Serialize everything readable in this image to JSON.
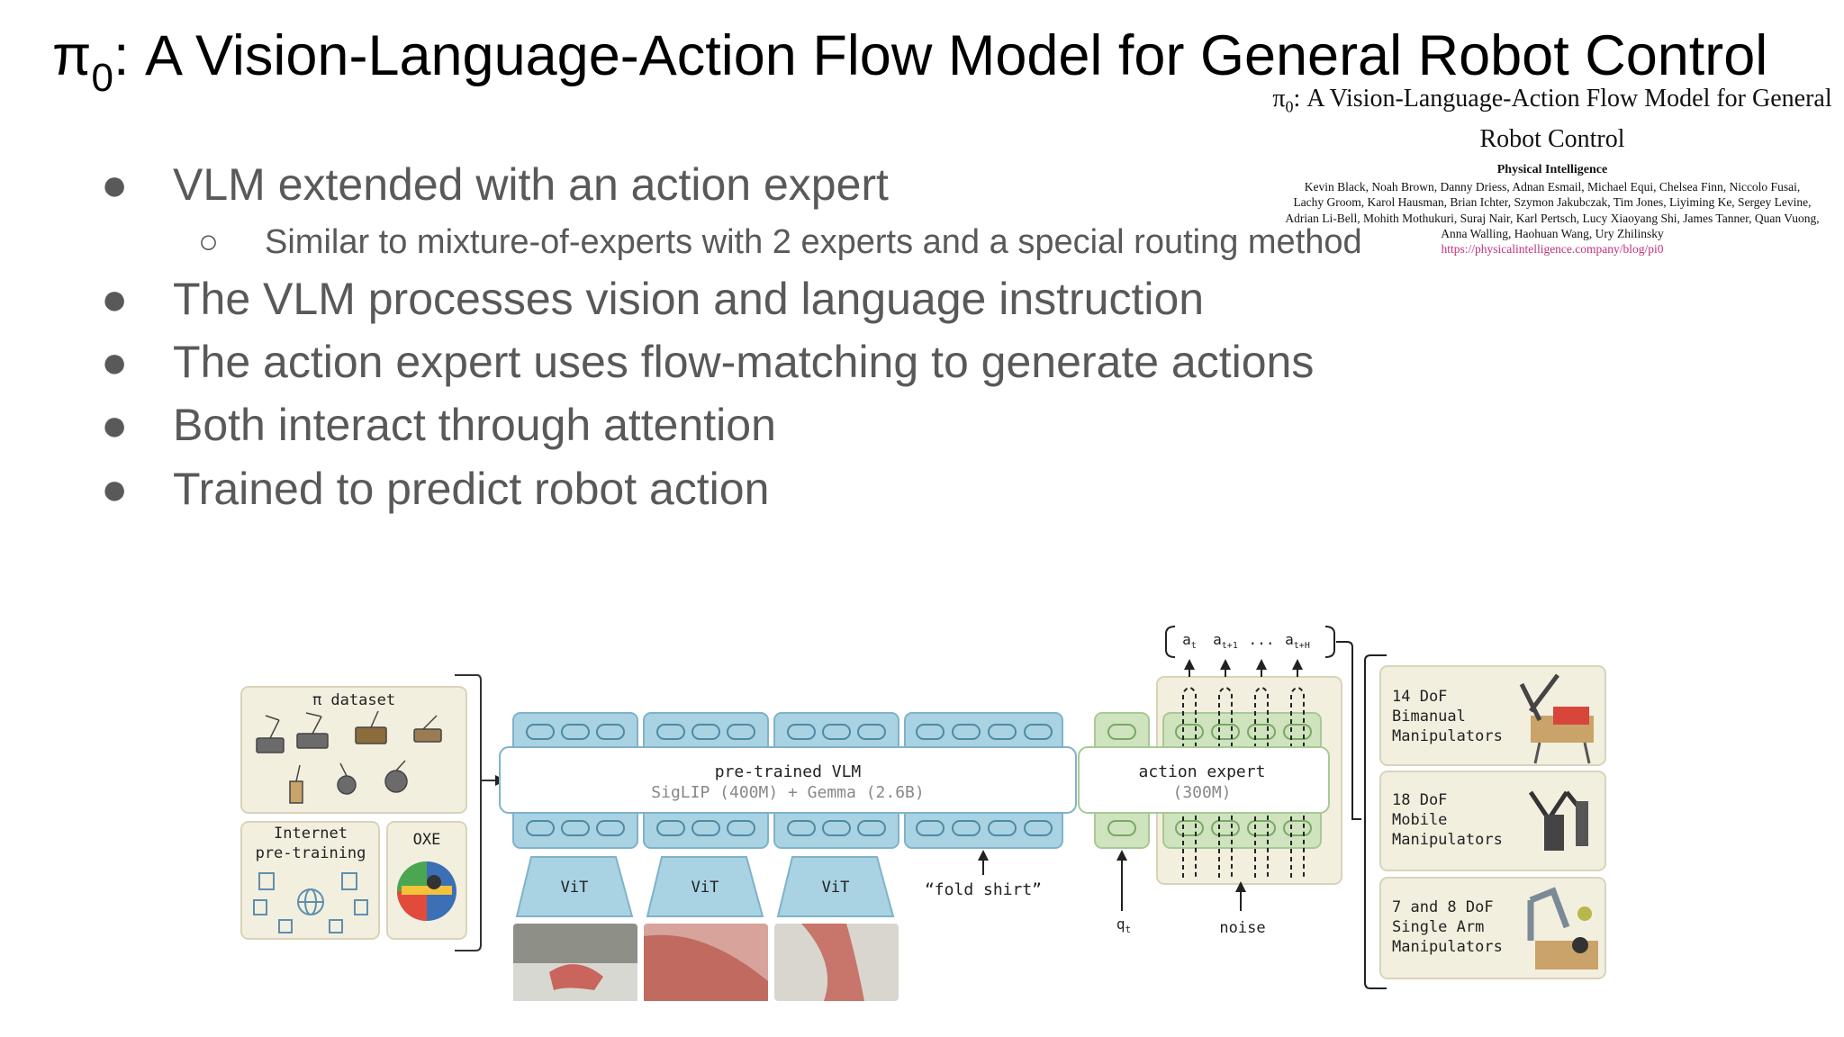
{
  "slide": {
    "title_main": "π",
    "title_sub": "0",
    "title_rest": ": A Vision-Language-Action Flow Model for General Robot Control"
  },
  "bullets": [
    {
      "level": 1,
      "text": "VLM extended with an action expert"
    },
    {
      "level": 2,
      "text": "Similar to mixture-of-experts with 2 experts and a special routing method"
    },
    {
      "level": 1,
      "text": "The VLM processes vision and language instruction"
    },
    {
      "level": 1,
      "text": "The action expert uses flow-matching to generate actions"
    },
    {
      "level": 1,
      "text": "Both interact through attention"
    },
    {
      "level": 1,
      "text": "Trained to predict robot action"
    }
  ],
  "bullet_symbols": {
    "level1": "●",
    "level2": "○"
  },
  "paper": {
    "title_pi": "π",
    "title_sub": "0",
    "title_rest": ": A Vision-Language-Action Flow Model for General Robot Control",
    "org": "Physical Intelligence",
    "authors": [
      "Kevin Black, Noah Brown, Danny Driess, Adnan Esmail, Michael Equi, Chelsea Finn, Niccolo Fusai,",
      "Lachy Groom, Karol Hausman, Brian Ichter, Szymon Jakubczak, Tim Jones, Liyiming Ke, Sergey Levine,",
      "Adrian Li-Bell, Mohith Mothukuri, Suraj Nair, Karl Pertsch, Lucy Xiaoyang Shi, James Tanner, Quan Vuong,",
      "Anna Walling, Haohuan Wang, Ury Zhilinsky"
    ],
    "link": "https://physicalintelligence.company/blog/pi0",
    "link_color": "#c0307a"
  },
  "diagram": {
    "dataset_title": "π dataset",
    "internet_label_1": "Internet",
    "internet_label_2": "pre-training",
    "oxe_label": "OXE",
    "vlm_label": "pre-trained VLM",
    "vlm_sub": "SigLIP (400M) + Gemma (2.6B)",
    "vit_label": "ViT",
    "instruction": "“fold shirt”",
    "action_expert_label": "action expert",
    "action_expert_sub": "(300M)",
    "q_label": "q",
    "q_sub": "t",
    "noise_label": "noise",
    "actions": [
      {
        "main": "a",
        "sub": "t"
      },
      {
        "main": "a",
        "sub": "t+1"
      },
      {
        "main": "...",
        "sub": ""
      },
      {
        "main": "a",
        "sub": "t+H"
      }
    ],
    "robots": [
      {
        "line1": "14 DoF",
        "line2": "Bimanual",
        "line3": "Manipulators"
      },
      {
        "line1": "18 DoF",
        "line2": "Mobile",
        "line3": "Manipulators"
      },
      {
        "line1": "7 and 8 DoF",
        "line2": "Single Arm",
        "line3": "Manipulators"
      }
    ],
    "colors": {
      "vlm_blue": "#a9d2e2",
      "vlm_blue_stroke": "#7fb3c9",
      "expert_green": "#cfe3bf",
      "expert_green_stroke": "#a8c995",
      "panel_beige": "#f3efdf",
      "panel_beige_stroke": "#d9d3ba"
    }
  }
}
